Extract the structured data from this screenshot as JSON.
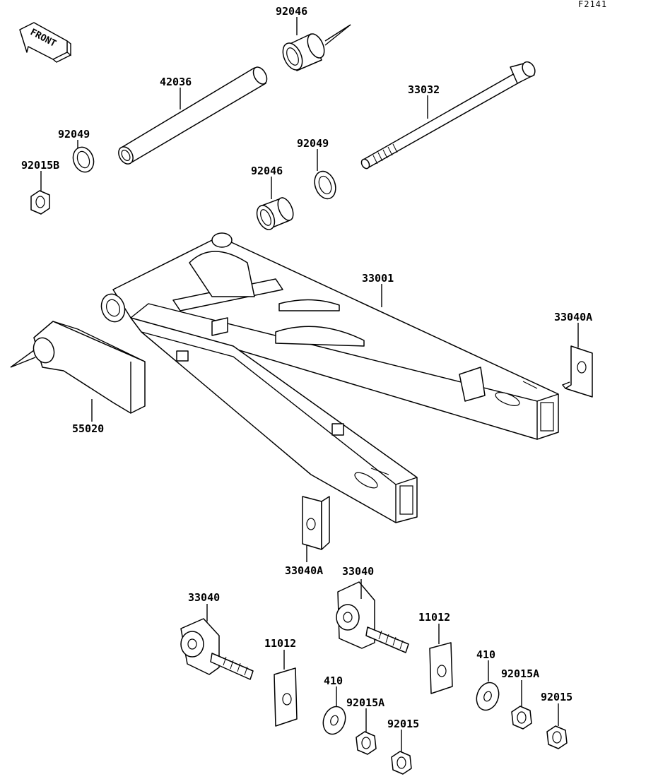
{
  "figure_id": "F2141",
  "front_label": "FRONT",
  "parts": [
    {
      "id": "top-bearing",
      "label": "92046"
    },
    {
      "id": "pivot-sleeve",
      "label": "42036"
    },
    {
      "id": "pivot-shaft",
      "label": "33032"
    },
    {
      "id": "left-seal",
      "label": "92049"
    },
    {
      "id": "left-nut",
      "label": "92015B"
    },
    {
      "id": "right-seal",
      "label": "92049"
    },
    {
      "id": "lower-bearing",
      "label": "92046"
    },
    {
      "id": "swingarm",
      "label": "33001"
    },
    {
      "id": "right-plate",
      "label": "33040A"
    },
    {
      "id": "chain-guide",
      "label": "55020"
    },
    {
      "id": "left-plate",
      "label": "33040A"
    },
    {
      "id": "adjuster-left",
      "label": "33040"
    },
    {
      "id": "adjuster-right",
      "label": "33040"
    },
    {
      "id": "block-left",
      "label": "11012"
    },
    {
      "id": "block-right",
      "label": "11012"
    },
    {
      "id": "washer-left",
      "label": "410"
    },
    {
      "id": "washer-right",
      "label": "410"
    },
    {
      "id": "nut-a-left",
      "label": "92015A"
    },
    {
      "id": "nut-a-right",
      "label": "92015A"
    },
    {
      "id": "nut-left",
      "label": "92015"
    },
    {
      "id": "nut-right",
      "label": "92015"
    }
  ]
}
